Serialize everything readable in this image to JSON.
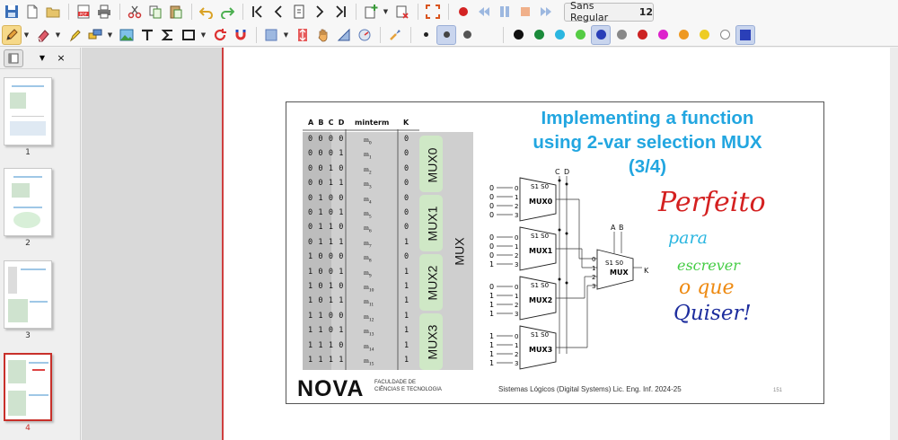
{
  "toolbar": {
    "font_name": "Sans Regular",
    "font_size": "12"
  },
  "colors": {
    "accent_title": "#22a6e0",
    "active_page_border": "#c8302a",
    "palette": [
      "#111111",
      "#1a8a3a",
      "#2bb6e0",
      "#55cc44",
      "#2a3fb8",
      "#888888",
      "#cc2222",
      "#dd22cc",
      "#ee9922",
      "#eecc22",
      "#ffffff",
      "#2a3fb8"
    ]
  },
  "sidebar": {
    "pages": [
      {
        "number": "1"
      },
      {
        "number": "2"
      },
      {
        "number": "3"
      },
      {
        "number": "4"
      }
    ]
  },
  "slide": {
    "title_line1": "Implementing a function",
    "title_line2": "using 2-var selection MUX",
    "title_line3": "(3/4)",
    "table_headers": {
      "abcd": "A B C D",
      "minterm": "minterm",
      "k": "K"
    },
    "rows": [
      {
        "abcd": "0 0 0 0",
        "m": "m",
        "sub": "0",
        "k": "0"
      },
      {
        "abcd": "0 0 0 1",
        "m": "m",
        "sub": "1",
        "k": "0"
      },
      {
        "abcd": "0 0 1 0",
        "m": "m",
        "sub": "2",
        "k": "0"
      },
      {
        "abcd": "0 0 1 1",
        "m": "m",
        "sub": "3",
        "k": "0"
      },
      {
        "abcd": "0 1 0 0",
        "m": "m",
        "sub": "4",
        "k": "0"
      },
      {
        "abcd": "0 1 0 1",
        "m": "m",
        "sub": "5",
        "k": "0"
      },
      {
        "abcd": "0 1 1 0",
        "m": "m",
        "sub": "6",
        "k": "0"
      },
      {
        "abcd": "0 1 1 1",
        "m": "m",
        "sub": "7",
        "k": "1"
      },
      {
        "abcd": "1 0 0 0",
        "m": "m",
        "sub": "8",
        "k": "0"
      },
      {
        "abcd": "1 0 0 1",
        "m": "m",
        "sub": "9",
        "k": "1"
      },
      {
        "abcd": "1 0 1 0",
        "m": "m",
        "sub": "10",
        "k": "1"
      },
      {
        "abcd": "1 0 1 1",
        "m": "m",
        "sub": "11",
        "k": "1"
      },
      {
        "abcd": "1 1 0 0",
        "m": "m",
        "sub": "12",
        "k": "1"
      },
      {
        "abcd": "1 1 0 1",
        "m": "m",
        "sub": "13",
        "k": "1"
      },
      {
        "abcd": "1 1 1 0",
        "m": "m",
        "sub": "14",
        "k": "1"
      },
      {
        "abcd": "1 1 1 1",
        "m": "m",
        "sub": "15",
        "k": "1"
      }
    ],
    "group_labels": [
      "MUX0",
      "MUX1",
      "MUX2",
      "MUX3"
    ],
    "outer_label": "MUX",
    "diagram": {
      "top_selects": "C D",
      "right_selects": "A B",
      "sel_label": "S1 S0",
      "mux_names": [
        "MUX0",
        "MUX1",
        "MUX2",
        "MUX3"
      ],
      "final_mux": "MUX",
      "output": "K",
      "inputs": [
        [
          "0",
          "0",
          "0",
          "0"
        ],
        [
          "0",
          "0",
          "0",
          "1"
        ],
        [
          "0",
          "1",
          "1",
          "1"
        ],
        [
          "1",
          "1",
          "1",
          "1"
        ]
      ],
      "ports": [
        "0",
        "1",
        "2",
        "3"
      ]
    },
    "logo_text": "NOVA",
    "logo_sub1": "FACULDADE DE",
    "logo_sub2": "CIÊNCIAS E TECNOLOGIA",
    "footer_text": "Sistemas Lógicos (Digital Systems) Lic. Eng. Inf. 2024-25",
    "page_number": "151"
  },
  "handwriting": {
    "line1": "Perfeito",
    "line2": "para",
    "line3": "escrever",
    "line4": "o que",
    "line5": "Quiser!",
    "colors": [
      "#d42020",
      "#2bb6e0",
      "#44cc44",
      "#ee8a11",
      "#1e2e9e"
    ]
  }
}
